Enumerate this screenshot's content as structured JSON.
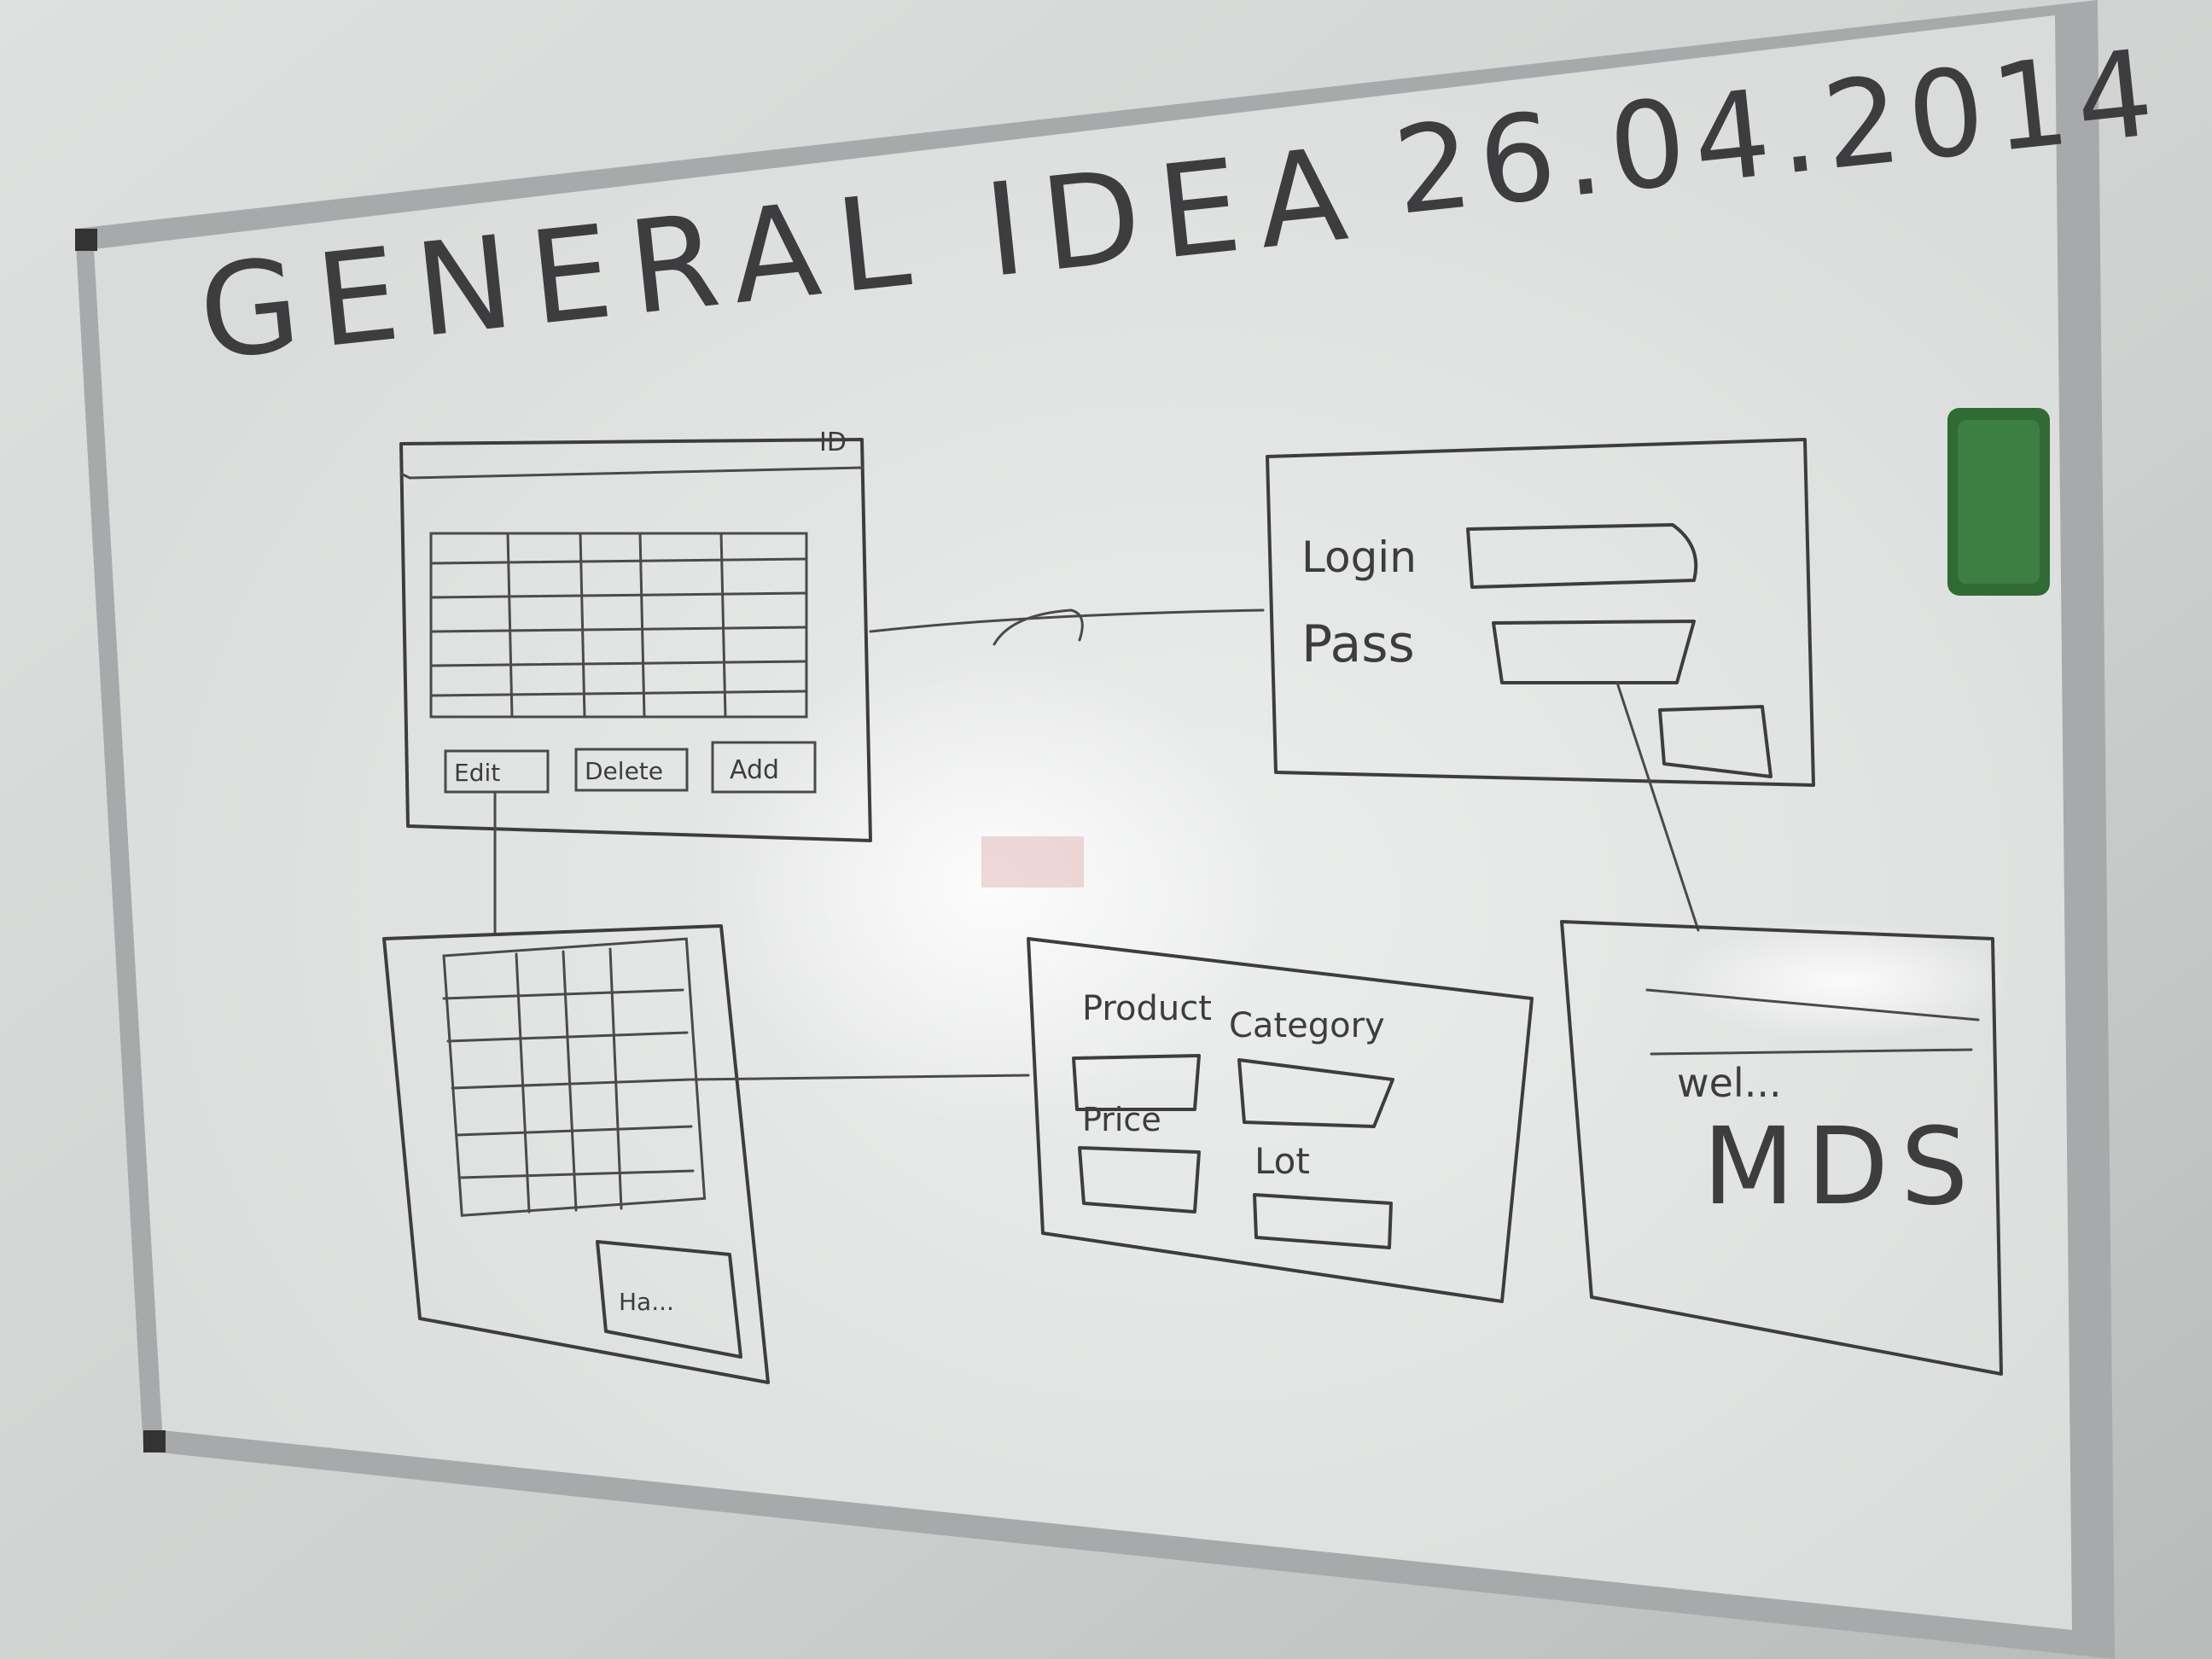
{
  "whiteboard": {
    "title": "GENERAL IDEA",
    "date": "26.04.2014"
  },
  "sketch_top_left": {
    "buttons": [
      "Edit",
      "Delete",
      "Add"
    ],
    "corner_label": "ID"
  },
  "sketch_top_right": {
    "login_label": "Login",
    "pass_label": "Pass"
  },
  "sketch_bottom_left": {
    "button_label": "Ha..."
  },
  "sketch_bottom_middle": {
    "labels": [
      "Product",
      "Category",
      "Price",
      "Lot"
    ]
  },
  "sketch_bottom_right": {
    "main_text": "MDS",
    "sub_text": "wel..."
  },
  "colors": {
    "wall": "#d3d5d4",
    "board": "#e3e5e4",
    "frame": "#a9abad",
    "marker_ink": "#3d3d40",
    "eraser": "#2f6b33"
  }
}
